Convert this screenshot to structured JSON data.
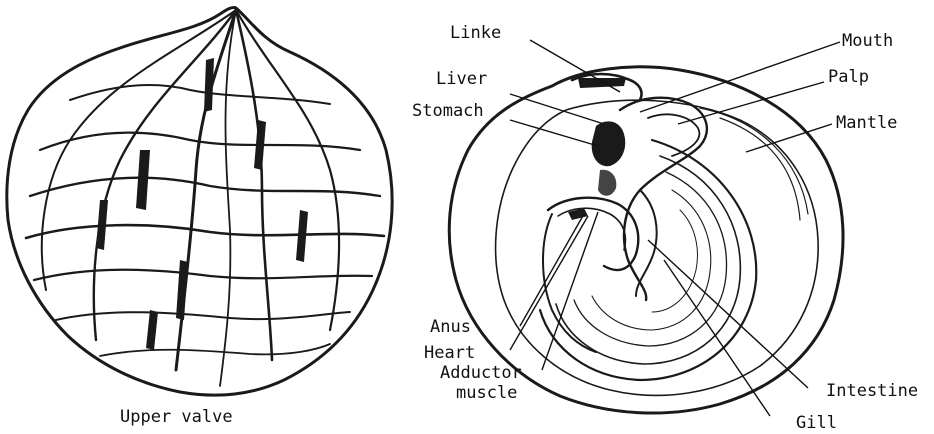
{
  "left_figure": {
    "caption": "Upper valve"
  },
  "right_figure": {
    "labels": {
      "linke": "Linke",
      "liver": "Liver",
      "stomach": "Stomach",
      "mouth": "Mouth",
      "palp": "Palp",
      "mantle": "Mantle",
      "anus": "Anus",
      "heart": "Heart",
      "adductor_line1": "Adductor",
      "adductor_line2": "muscle",
      "intestine": "Intestine",
      "gill": "Gill"
    }
  }
}
